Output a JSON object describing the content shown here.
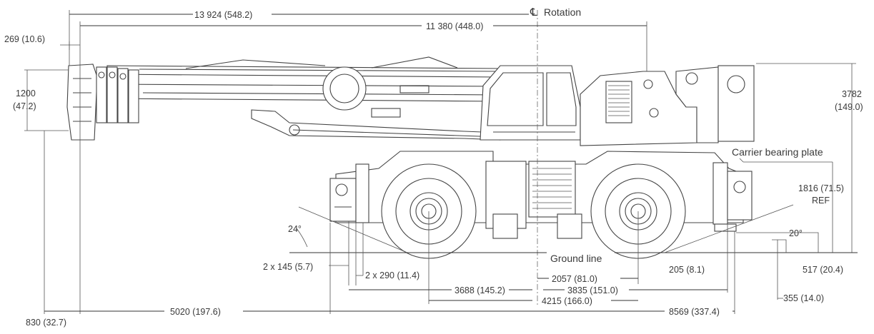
{
  "labels": {
    "overall_length": "13 924 (548.2)",
    "center_to_boom": "11 380 (448.0)",
    "rotation": "Rotation",
    "rotation_symbol": "℄",
    "boom_tip_offset": "269 (10.6)",
    "boom_head_height": "1200\n(47.2)",
    "overall_height": "3782\n(149.0)",
    "carrier_bearing_plate": "Carrier bearing plate",
    "bearing_height": "1816 (71.5)\nREF",
    "front_angle": "24°",
    "rear_angle": "20°",
    "ground_line": "Ground line",
    "outrigger_pad": "2 x 145 (5.7)",
    "outrigger_width": "2 x 290 (11.4)",
    "center_to_rear_axle": "2057 (81.0)",
    "rear_ground_clearance": "205 (8.1)",
    "rear_pad_height": "517 (20.4)",
    "front_axle_to_center": "3688 (145.2)",
    "center_to_rear_outrigger": "3835 (151.0)",
    "wheelbase": "4215 (166.0)",
    "rear_step": "355 (14.0)",
    "front_overhang": "830 (32.7)",
    "front_to_center": "5020 (197.6)",
    "center_to_rear": "8569 (337.4)"
  }
}
